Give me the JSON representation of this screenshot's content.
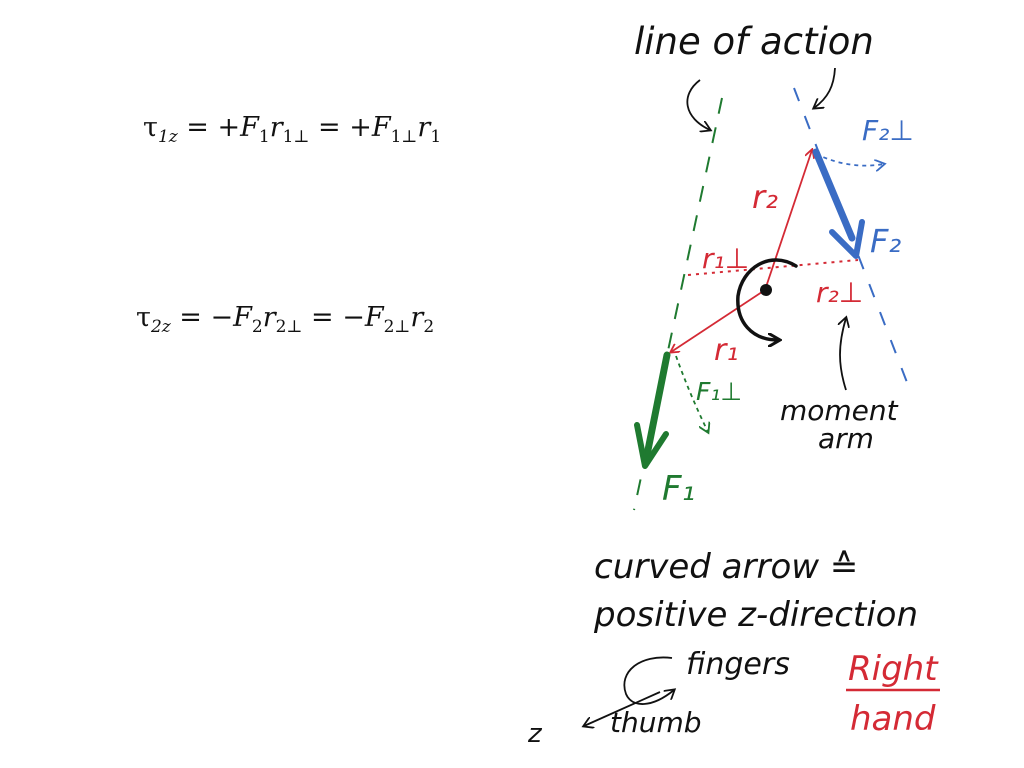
{
  "equations": {
    "tau1": {
      "lhs": "τ",
      "lhs_sub": "1z",
      "F": "F",
      "F_sub": "1",
      "r": "r",
      "r_sub": "1⊥",
      "F_b": "F",
      "F_b_sub": "1⊥",
      "r_b": "r",
      "r_b_sub": "1",
      "sign": "+"
    },
    "tau2": {
      "lhs": "τ",
      "lhs_sub": "2z",
      "F": "F",
      "F_sub": "2",
      "r": "r",
      "r_sub": "2⊥",
      "F_b": "F",
      "F_b_sub": "2⊥",
      "r_b": "r",
      "r_b_sub": "2",
      "sign": "−"
    }
  },
  "labels": {
    "line_of_action": "line of action",
    "F2_perp": "F₂⊥",
    "F2": "F₂",
    "r2": "r₂",
    "r1_perp": "r₁⊥",
    "r2_perp": "r₂⊥",
    "r1": "r₁",
    "F1_perp": "F₁⊥",
    "F1": "F₁",
    "moment": "moment",
    "arm": "arm",
    "curved_arrow_line1": "curved arrow ≙",
    "curved_arrow_line2": "positive z-direction",
    "fingers": "fingers",
    "thumb": "thumb",
    "z": "z",
    "right": "Right",
    "hand": "hand"
  },
  "colors": {
    "red": "#d42a35",
    "blue": "#3a6cc4",
    "green": "#1f7a30",
    "black": "#111111"
  }
}
